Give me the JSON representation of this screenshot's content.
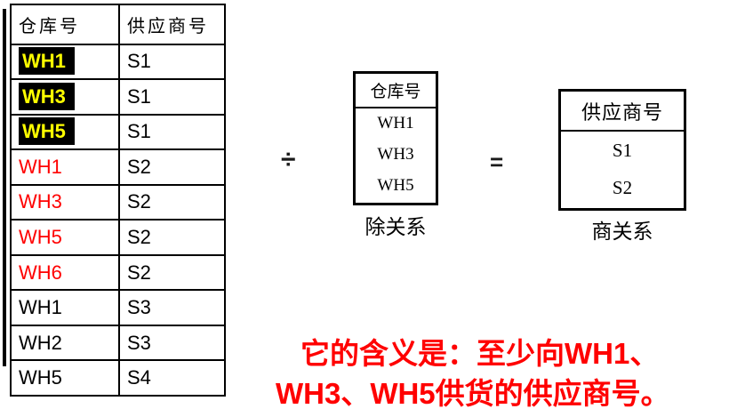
{
  "main_table": {
    "headers": [
      "仓库号",
      "供应商号"
    ],
    "rows": [
      {
        "warehouse": "WH1",
        "supplier": "S1",
        "style": "highlight"
      },
      {
        "warehouse": "WH3",
        "supplier": "S1",
        "style": "highlight"
      },
      {
        "warehouse": "WH5",
        "supplier": "S1",
        "style": "highlight"
      },
      {
        "warehouse": "WH1",
        "supplier": "S2",
        "style": "red"
      },
      {
        "warehouse": "WH3",
        "supplier": "S2",
        "style": "red"
      },
      {
        "warehouse": "WH5",
        "supplier": "S2",
        "style": "red"
      },
      {
        "warehouse": "WH6",
        "supplier": "S2",
        "style": "red"
      },
      {
        "warehouse": "WH1",
        "supplier": "S3",
        "style": "normal"
      },
      {
        "warehouse": "WH2",
        "supplier": "S3",
        "style": "normal"
      },
      {
        "warehouse": "WH5",
        "supplier": "S4",
        "style": "normal"
      }
    ]
  },
  "operators": {
    "divide": "÷",
    "equals": "="
  },
  "divisor_table": {
    "header": "仓库号",
    "rows": [
      "WH1",
      "WH3",
      "WH5"
    ],
    "caption": "除关系"
  },
  "quotient_table": {
    "header": "供应商号",
    "rows": [
      "S1",
      "S2"
    ],
    "caption": "商关系"
  },
  "annotation": {
    "line1": "它的含义是：至少向WH1、",
    "line2": "WH3、WH5供货的供应商号。"
  },
  "colors": {
    "highlight_bg": "#000000",
    "highlight_text": "#FFFF00",
    "red_text": "#FF0000",
    "border": "#000000"
  }
}
